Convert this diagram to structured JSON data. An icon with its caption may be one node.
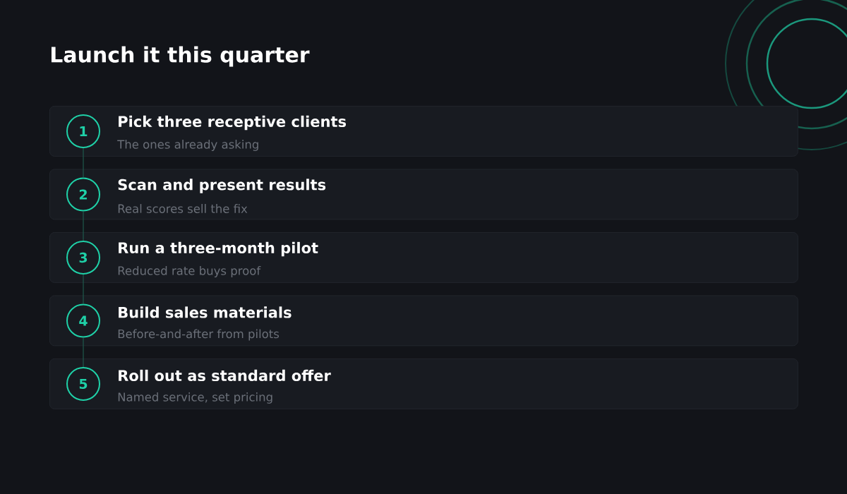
{
  "diagram": {
    "title": "Launch it this quarter",
    "nodes": [
      {
        "text": [
          "Pick three receptive clients",
          "The ones already asking"
        ]
      },
      {
        "text": [
          "1"
        ],
        "in": 0
      },
      {
        "text": [
          "Scan and present results",
          "Real scores sell the fix"
        ]
      },
      {
        "text": [
          "2"
        ],
        "in": 2
      },
      {
        "text": [
          "Run a three-month pilot",
          "Reduced rate buys proof"
        ]
      },
      {
        "text": [
          "3"
        ],
        "in": 4
      },
      {
        "text": [
          "Build sales materials",
          "Before-and-after from pilots"
        ]
      },
      {
        "text": [
          "4"
        ],
        "in": 6
      },
      {
        "text": [
          "Roll out as standard offer",
          "Named service, set pricing"
        ]
      },
      {
        "text": [
          "5"
        ],
        "in": 8
      }
    ],
    "edges": [
      {
        "from": 1,
        "to": 3,
        "arrow": "none"
      },
      {
        "from": 3,
        "to": 5,
        "arrow": "none"
      },
      {
        "from": 5,
        "to": 7,
        "arrow": "none"
      },
      {
        "from": 7,
        "to": 9,
        "arrow": "none"
      }
    ]
  }
}
